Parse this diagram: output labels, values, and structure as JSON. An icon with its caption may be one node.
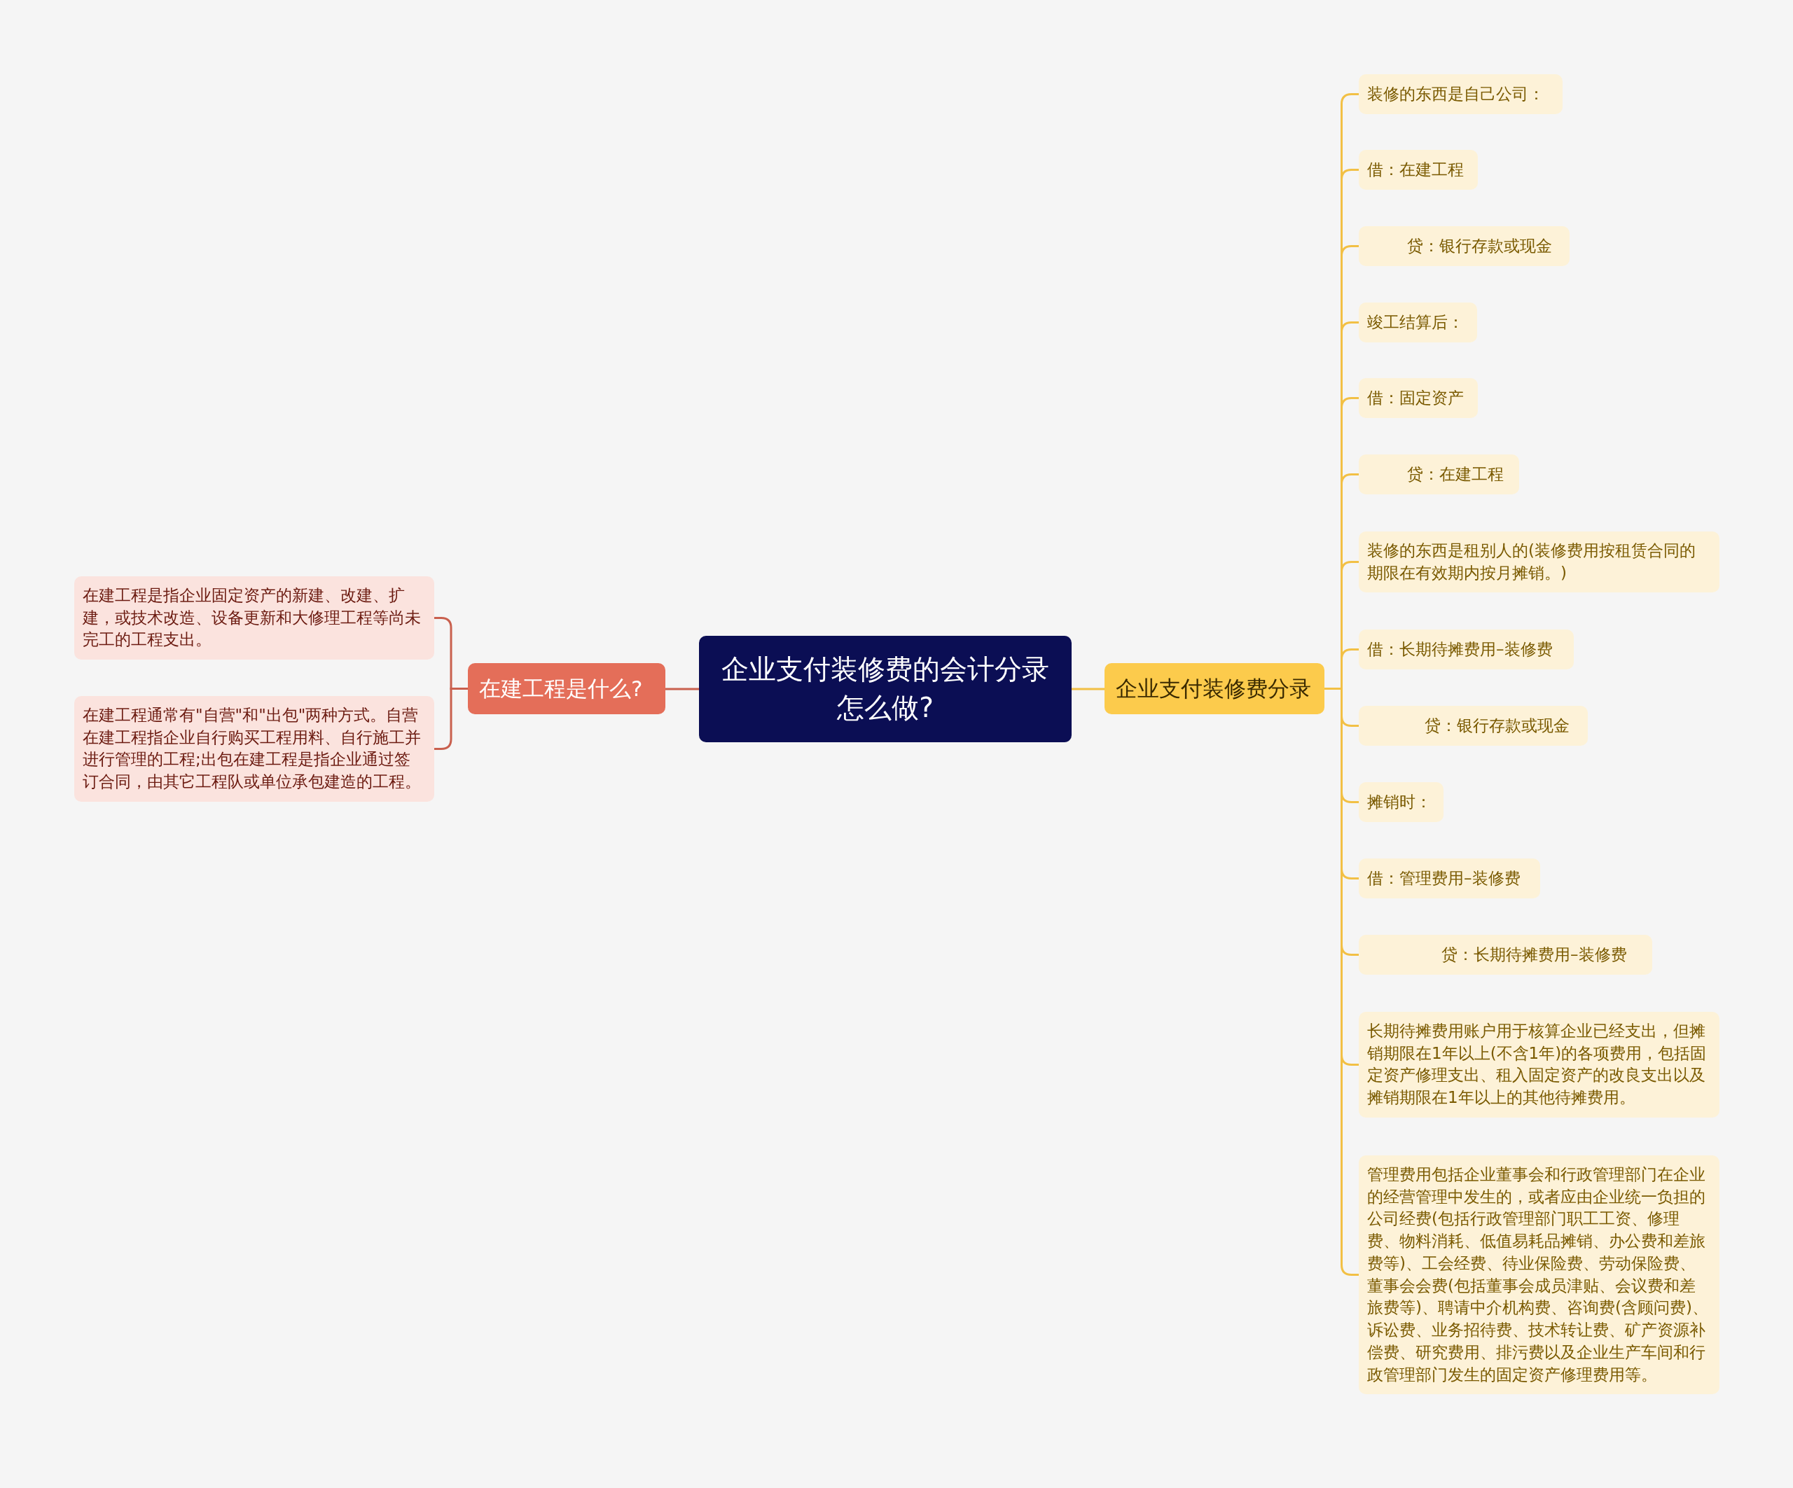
{
  "diagram": {
    "nodes": [
      {
        "text": [
          "企业支付装修费的会计分录怎么做?"
        ]
      },
      {
        "text": [
          "在建工程是什么?"
        ]
      },
      {
        "text": [
          "在建工程是指企业固定资产的新建、改建、扩建，或技术改造、设备更新和大修理工程等尚未完工的工程支出。"
        ]
      },
      {
        "text": [
          "在建工程通常有\"自营\"和\"出包\"两种方式。自营在建工程指企业自行购买工程用料、自行施工并进行管理的工程;出包在建工程是指企业通过签订合同，由其它工程队或单位承包建造的工程。"
        ]
      },
      {
        "text": [
          "企业支付装修费分录"
        ]
      },
      {
        "text": [
          "装修的东西是自己公司："
        ]
      },
      {
        "text": [
          "借：在建工程"
        ]
      },
      {
        "text": [
          "贷：银行存款或现金"
        ]
      },
      {
        "text": [
          "竣工结算后："
        ]
      },
      {
        "text": [
          "借：固定资产"
        ]
      },
      {
        "text": [
          "贷：在建工程"
        ]
      },
      {
        "text": [
          "装修的东西是租别人的(装修费用按租赁合同的期限在有效期内按月摊销。)"
        ]
      },
      {
        "text": [
          "借：长期待摊费用–装修费"
        ]
      },
      {
        "text": [
          "贷：银行存款或现金"
        ]
      },
      {
        "text": [
          "摊销时："
        ]
      },
      {
        "text": [
          "借：管理费用–装修费"
        ]
      },
      {
        "text": [
          "贷：长期待摊费用–装修费"
        ]
      },
      {
        "text": [
          "长期待摊费用账户用于核算企业已经支出，但摊销期限在1年以上(不含1年)的各项费用，包括固定资产修理支出、租入固定资产的改良支出以及摊销期限在1年以上的其他待摊费用。"
        ]
      },
      {
        "text": [
          "管理费用包括企业董事会和行政管理部门在企业的经营管理中发生的，或者应由企业统一负担的公司经费(包括行政管理部门职工工资、修理费、物料消耗、低值易耗品摊销、办公费和差旅费等)、工会经费、待业保险费、劳动保险费、董事会会费(包括董事会成员津贴、会议费和差旅费等)、聘请中介机构费、咨询费(含顾问费)、诉讼费、业务招待费、技术转让费、矿产资源补偿费、研究费用、排污费以及企业生产车间和行政管理部门发生的固定资产修理费用等。"
        ]
      }
    ],
    "edges": [
      {
        "from": 0,
        "to": 1,
        "arrow": "none",
        "color": "#c9604e"
      },
      {
        "from": 1,
        "to": 2,
        "arrow": "none",
        "color": "#c9604e"
      },
      {
        "from": 1,
        "to": 3,
        "arrow": "none",
        "color": "#c9604e"
      },
      {
        "from": 0,
        "to": 4,
        "arrow": "none"
      },
      {
        "from": 4,
        "to": 5,
        "arrow": "none"
      },
      {
        "from": 4,
        "to": 6,
        "arrow": "none"
      },
      {
        "from": 4,
        "to": 7,
        "arrow": "none"
      },
      {
        "from": 4,
        "to": 8,
        "arrow": "none"
      },
      {
        "from": 4,
        "to": 9,
        "arrow": "none"
      },
      {
        "from": 4,
        "to": 10,
        "arrow": "none"
      },
      {
        "from": 4,
        "to": 11,
        "arrow": "none"
      },
      {
        "from": 4,
        "to": 12,
        "arrow": "none"
      },
      {
        "from": 4,
        "to": 13,
        "arrow": "none"
      },
      {
        "from": 4,
        "to": 14,
        "arrow": "none"
      },
      {
        "from": 4,
        "to": 15,
        "arrow": "none"
      },
      {
        "from": 4,
        "to": 16,
        "arrow": "none"
      },
      {
        "from": 4,
        "to": 17,
        "arrow": "none"
      },
      {
        "from": 4,
        "to": 18,
        "arrow": "none"
      }
    ]
  }
}
